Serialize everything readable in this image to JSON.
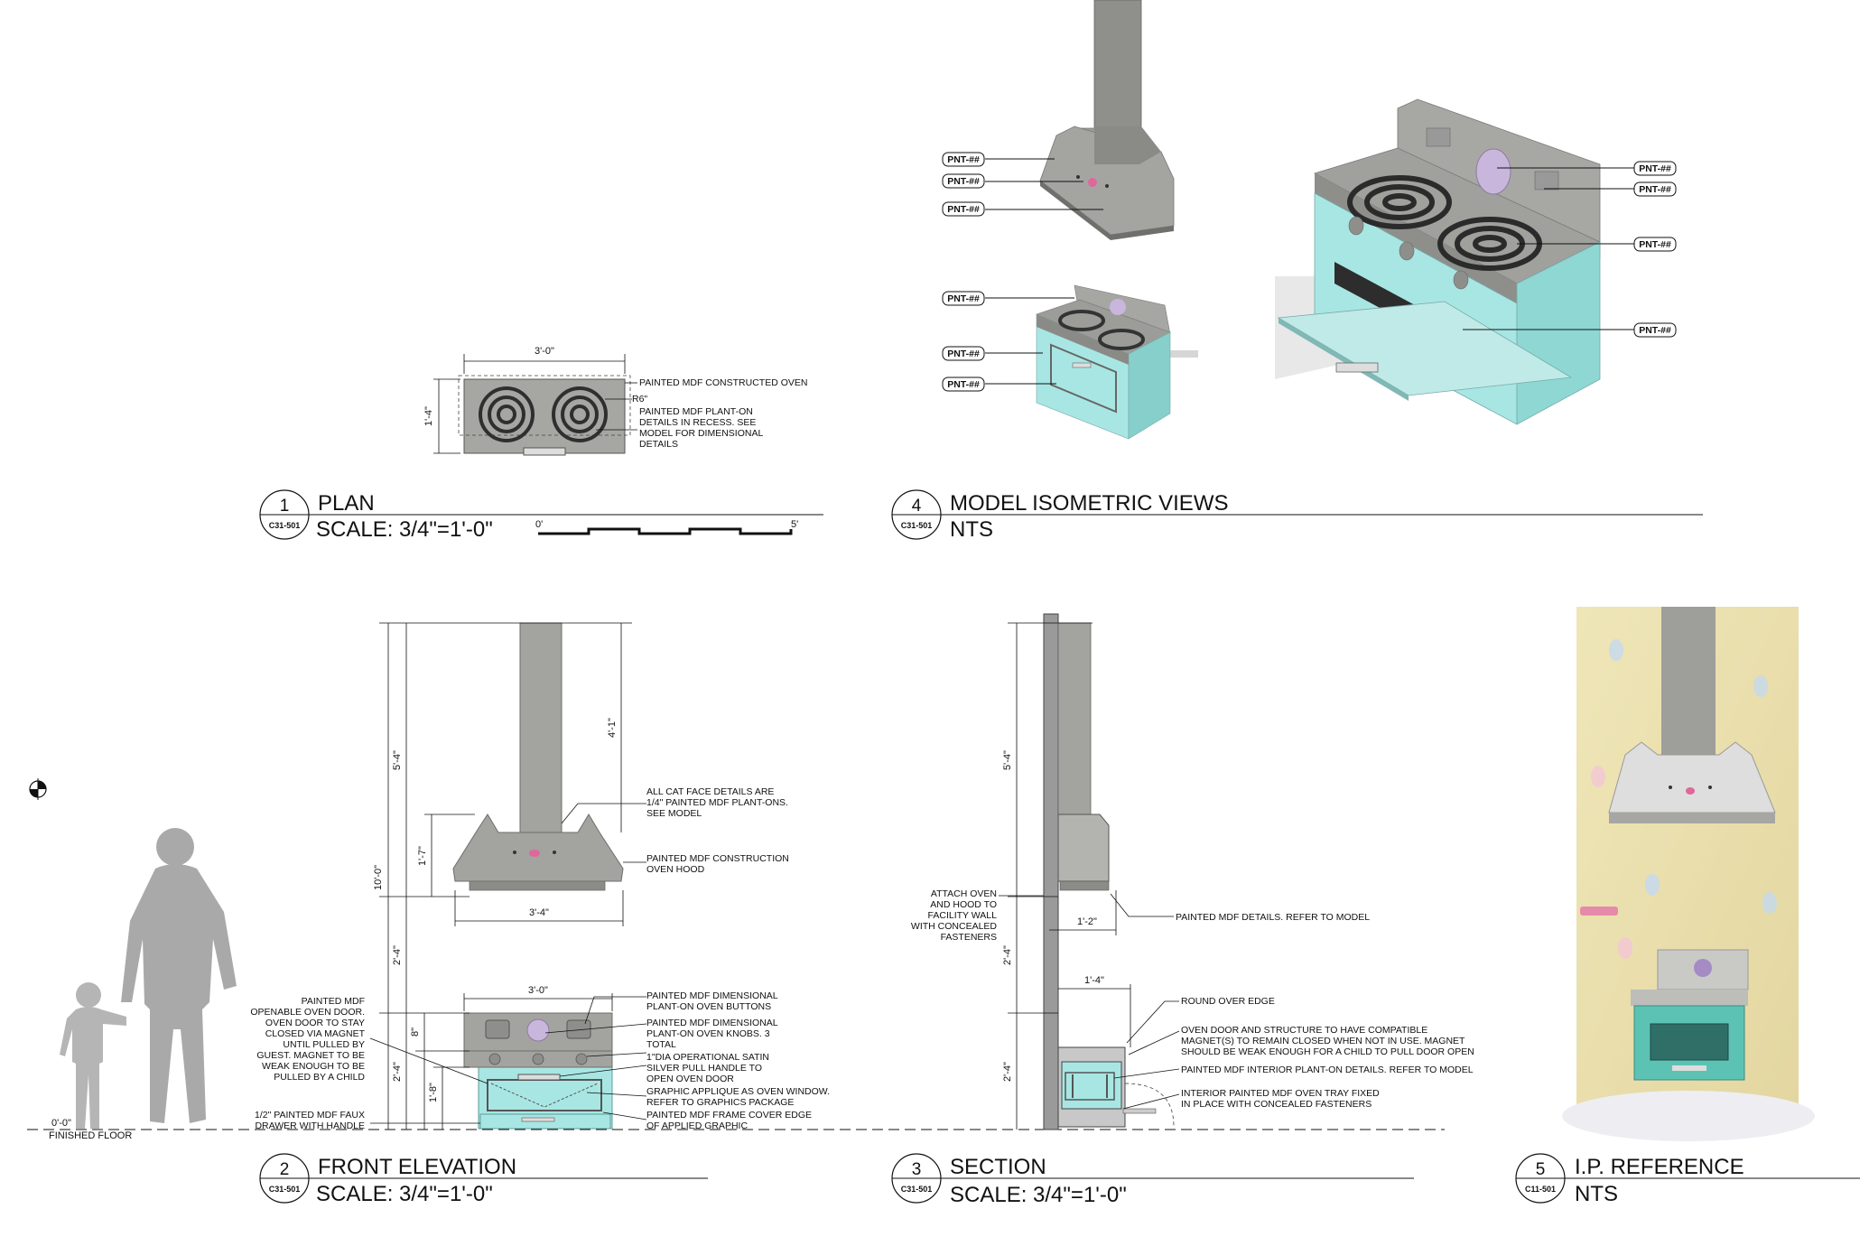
{
  "colors": {
    "mint": "#a8e6e3",
    "gray": "#9fa09c",
    "darkgray": "#7b7c78",
    "burner": "#3c3c3c",
    "purple": "#c9b6dc",
    "pink": "#e0679a"
  },
  "icons": [
    "compass-north-icon",
    "person-silhouette-icon",
    "child-silhouette-icon"
  ],
  "views": {
    "plan": {
      "number": "1",
      "sheet": "C31-501",
      "title": "PLAN",
      "scale": "SCALE: 3/4\"=1'-0\"",
      "bar_start": "0'",
      "bar_end": "5'",
      "dims": {
        "width": "3'-0\"",
        "depth": "1'-4\"",
        "radius": "R6\""
      },
      "notes": [
        "PAINTED MDF CONSTRUCTED OVEN",
        "PAINTED MDF PLANT-ON",
        "DETAILS IN RECESS. SEE",
        "MODEL FOR DIMENSIONAL",
        "DETAILS"
      ]
    },
    "iso": {
      "number": "4",
      "sheet": "C31-501",
      "title": "MODEL ISOMETRIC VIEWS",
      "scale": "NTS",
      "tag": "PNT-##"
    },
    "elev": {
      "number": "2",
      "sheet": "C31-501",
      "title": "FRONT ELEVATION",
      "scale": "SCALE: 3/4\"=1'-0\"",
      "floor_level": "0'-0\"",
      "floor_label": "FINISHED FLOOR",
      "dims": {
        "total": "10'-0\"",
        "upper": "5'-4\"",
        "flue": "4'-1\"",
        "hood": "1'-7\"",
        "hood_w": "3'-4\"",
        "gap": "2'-4\"",
        "oven_w": "3'-0\"",
        "top": "8\"",
        "front": "2'-4\"",
        "door": "1'-8\""
      },
      "notes_left": {
        "door": [
          "PAINTED MDF",
          "OPENABLE OVEN DOOR.",
          "OVEN DOOR TO STAY",
          "CLOSED VIA MAGNET",
          "UNTIL PULLED BY",
          "GUEST. MAGNET TO BE",
          "WEAK ENOUGH TO BE",
          "PULLED BY A CHILD"
        ],
        "drawer": [
          "1/2\" PAINTED MDF FAUX",
          "DRAWER WITH HANDLE"
        ]
      },
      "notes_right": {
        "cat": [
          "ALL CAT FACE DETAILS ARE",
          "1/4\" PAINTED MDF PLANT-ONS.",
          "SEE MODEL"
        ],
        "hood": [
          "PAINTED MDF CONSTRUCTION",
          "OVEN HOOD"
        ],
        "buttons": [
          "PAINTED MDF DIMENSIONAL",
          "PLANT-ON OVEN BUTTONS"
        ],
        "knobs": [
          "PAINTED MDF DIMENSIONAL",
          "PLANT-ON OVEN KNOBS. 3",
          "TOTAL"
        ],
        "handle": [
          "1\"DIA OPERATIONAL SATIN",
          "SILVER PULL HANDLE TO",
          "OPEN OVEN DOOR"
        ],
        "applique": [
          "GRAPHIC APPLIQUE AS OVEN WINDOW.",
          "REFER TO GRAPHICS PACKAGE"
        ],
        "frame": [
          "PAINTED MDF FRAME COVER EDGE",
          "OF APPLIED GRAPHIC"
        ]
      }
    },
    "section": {
      "number": "3",
      "sheet": "C31-501",
      "title": "SECTION",
      "scale": "SCALE: 3/4\"=1'-0\"",
      "dims": {
        "upper": "5'-4\"",
        "gap": "2'-4\"",
        "base": "2'-4\"",
        "hood_d": "1'-2\"",
        "oven_d": "1'-4\""
      },
      "notes_left": [
        "ATTACH OVEN",
        "AND HOOD TO",
        "FACILITY WALL",
        "WITH CONCEALED",
        "FASTENERS"
      ],
      "notes_right": {
        "details": [
          "PAINTED MDF DETAILS. REFER TO MODEL"
        ],
        "round": [
          "ROUND OVER EDGE"
        ],
        "magnet": [
          "OVEN DOOR AND STRUCTURE TO HAVE COMPATIBLE",
          "MAGNET(S) TO REMAIN CLOSED WHEN NOT IN USE. MAGNET",
          "SHOULD BE WEAK ENOUGH FOR A CHILD TO PULL DOOR OPEN"
        ],
        "interior": [
          "PAINTED MDF INTERIOR PLANT-ON DETAILS. REFER TO MODEL"
        ],
        "tray": [
          "INTERIOR PAINTED MDF OVEN TRAY FIXED",
          "IN PLACE WITH CONCEALED FASTENERS"
        ]
      }
    },
    "ref": {
      "number": "5",
      "sheet": "C11-501",
      "title": "I.P. REFERENCE",
      "scale": "NTS"
    }
  }
}
